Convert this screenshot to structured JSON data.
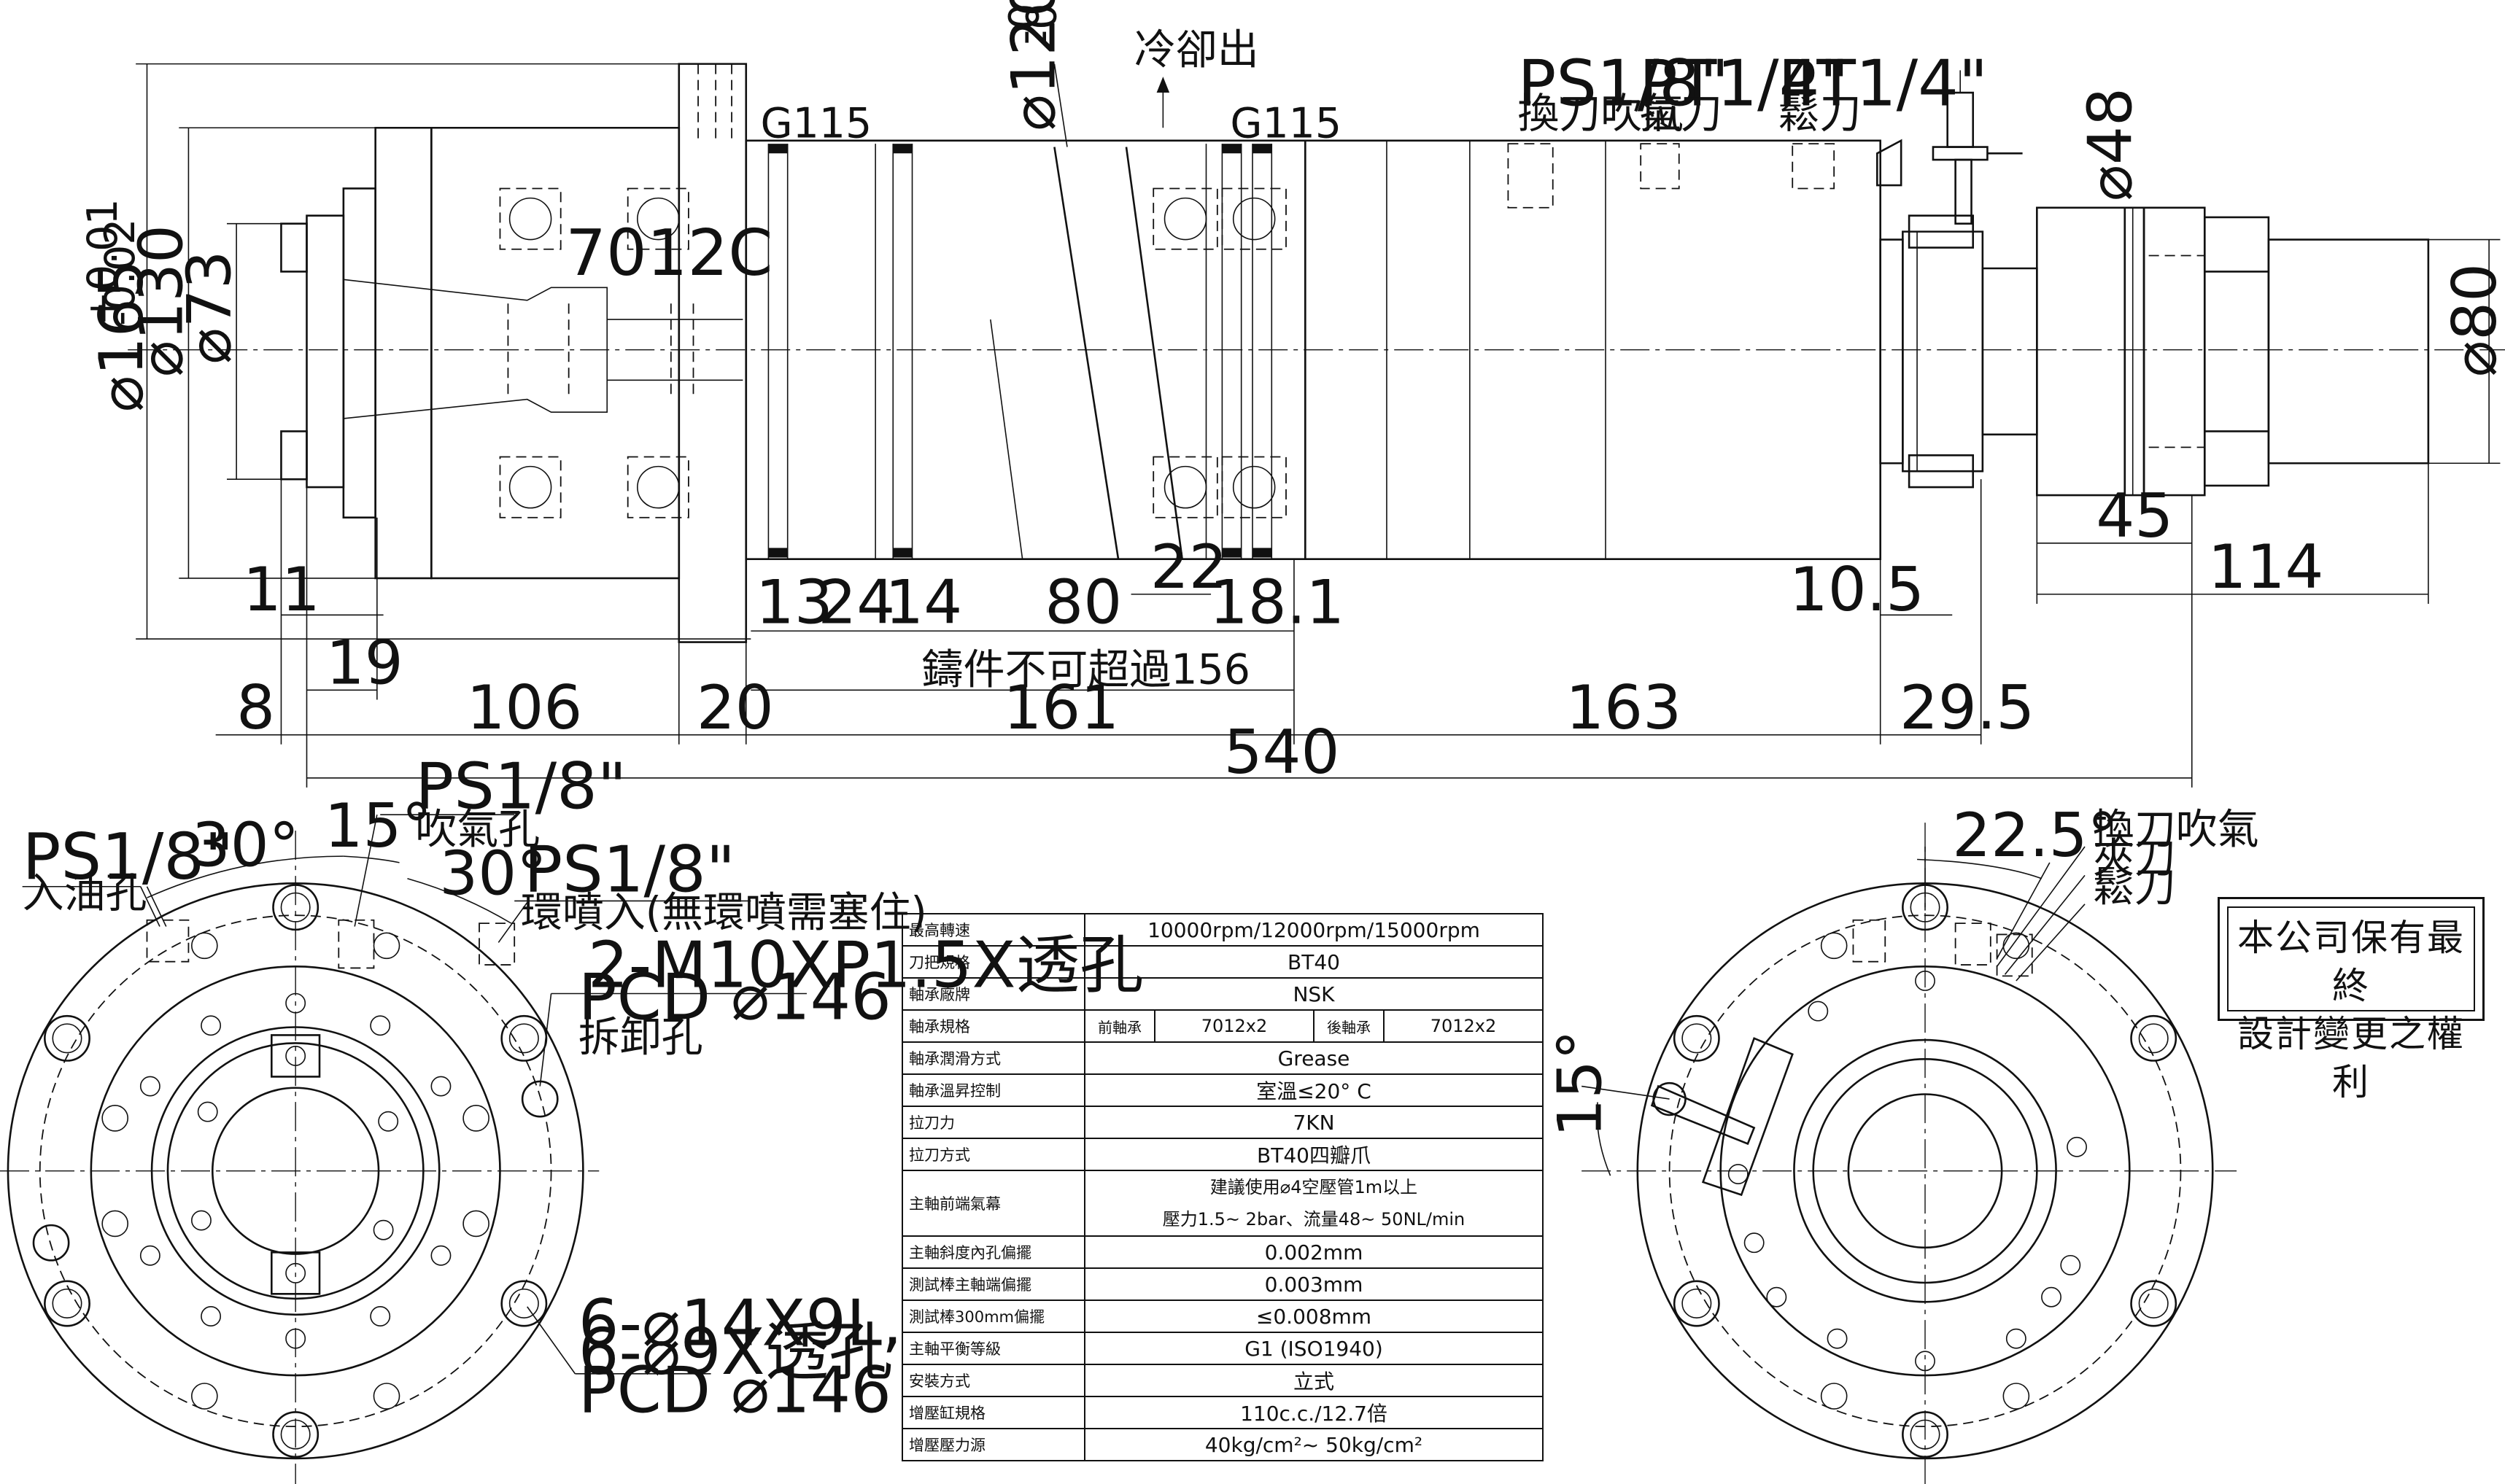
{
  "main_view": {
    "dia_165": "⌀165",
    "dia_165_tol_upper": "+0.01",
    "dia_165_tol_lower": "-0.02",
    "dia_130": "⌀130",
    "dia_73": "⌀73",
    "dia_120": "⌀120",
    "dia_120_tol_upper": "-0.01",
    "dia_120_tol_lower": "-0.02",
    "dia_48": "⌀48",
    "dia_80": "⌀80",
    "bearing_label": "7012C",
    "groove_g115_left": "G115",
    "groove_g115_right": "G115",
    "coolant_out": "冷卻出",
    "port1_thread": "PS1/8\"",
    "port1_name": "換刀吹氣",
    "port2_thread": "PT1/4\"",
    "port2_name": "拉刀",
    "port3_thread": "PT1/4\"",
    "port3_name": "鬆刀"
  },
  "dimensions": {
    "d_11": "11",
    "d_19": "19",
    "d_8": "8",
    "d_106": "106",
    "d_20": "20",
    "d_13": "13",
    "d_24": "24",
    "d_14": "14",
    "d_80": "80",
    "d_22": "22",
    "d_18_1": "18.1",
    "d_161": "161",
    "d_163": "163",
    "d_10_5": "10.5",
    "d_29_5": "29.5",
    "d_45": "45",
    "d_114": "114",
    "d_540": "540",
    "cast_note": "鑄件不可超過156"
  },
  "left_view": {
    "angle_30a": "30°",
    "angle_15": "15°",
    "angle_30b": "30°",
    "oil_in_thread": "PS1/8\"",
    "oil_in_name": "入油孔",
    "air_hole_thread": "PS1/8\"",
    "air_hole_name": "吹氣孔",
    "ring_spray_thread": "PS1/8\"",
    "ring_spray_name": "環噴入(無環噴需塞住)",
    "m10_spec": "2-M10XP1.5X透孔",
    "m10_pcd": "PCD ⌀146",
    "m10_name": "拆卸孔",
    "holes_spec1": "6-⌀14X9L,",
    "holes_spec2": "6-⌀9X透孔",
    "holes_pcd": "PCD ⌀146"
  },
  "right_view": {
    "angle_22_5": "22.5°",
    "angle_15": "15°",
    "label_air": "換刀吹氣",
    "label_clamp": "夾刀",
    "label_release": "鬆刀"
  },
  "spec_table": {
    "rows": [
      {
        "label": "最高轉速",
        "value": "10000rpm/12000rpm/15000rpm"
      },
      {
        "label": "刀把規格",
        "value": "BT40"
      },
      {
        "label": "軸承廠牌",
        "value": "NSK"
      },
      {
        "label": "軸承規格",
        "front_label": "前軸承",
        "front_value": "7012x2",
        "rear_label": "後軸承",
        "rear_value": "7012x2"
      },
      {
        "label": "軸承潤滑方式",
        "value": "Grease"
      },
      {
        "label": "軸承溫昇控制",
        "value": "室溫≤20° C"
      },
      {
        "label": "拉刀力",
        "value": "7KN"
      },
      {
        "label": "拉刀方式",
        "value": "BT40四瓣爪"
      },
      {
        "label": "主軸前端氣幕",
        "value_line1": "建議使用⌀4空壓管1m以上",
        "value_line2": "壓力1.5~ 2bar、流量48~ 50NL/min"
      },
      {
        "label": "主軸斜度內孔偏擺",
        "value": "0.002mm"
      },
      {
        "label": "測試棒主軸端偏擺",
        "value": "0.003mm"
      },
      {
        "label": "測試棒300mm偏擺",
        "value": "≤0.008mm"
      },
      {
        "label": "主軸平衡等級",
        "value": "G1 (ISO1940)"
      },
      {
        "label": "安裝方式",
        "value": "立式"
      },
      {
        "label": "增壓缸規格",
        "value": "110c.c./12.7倍"
      },
      {
        "label": "增壓壓力源",
        "value": "40kg/cm²~ 50kg/cm²"
      }
    ]
  },
  "notice": {
    "line1": "本公司保有最終",
    "line2": "設計變更之權利"
  }
}
